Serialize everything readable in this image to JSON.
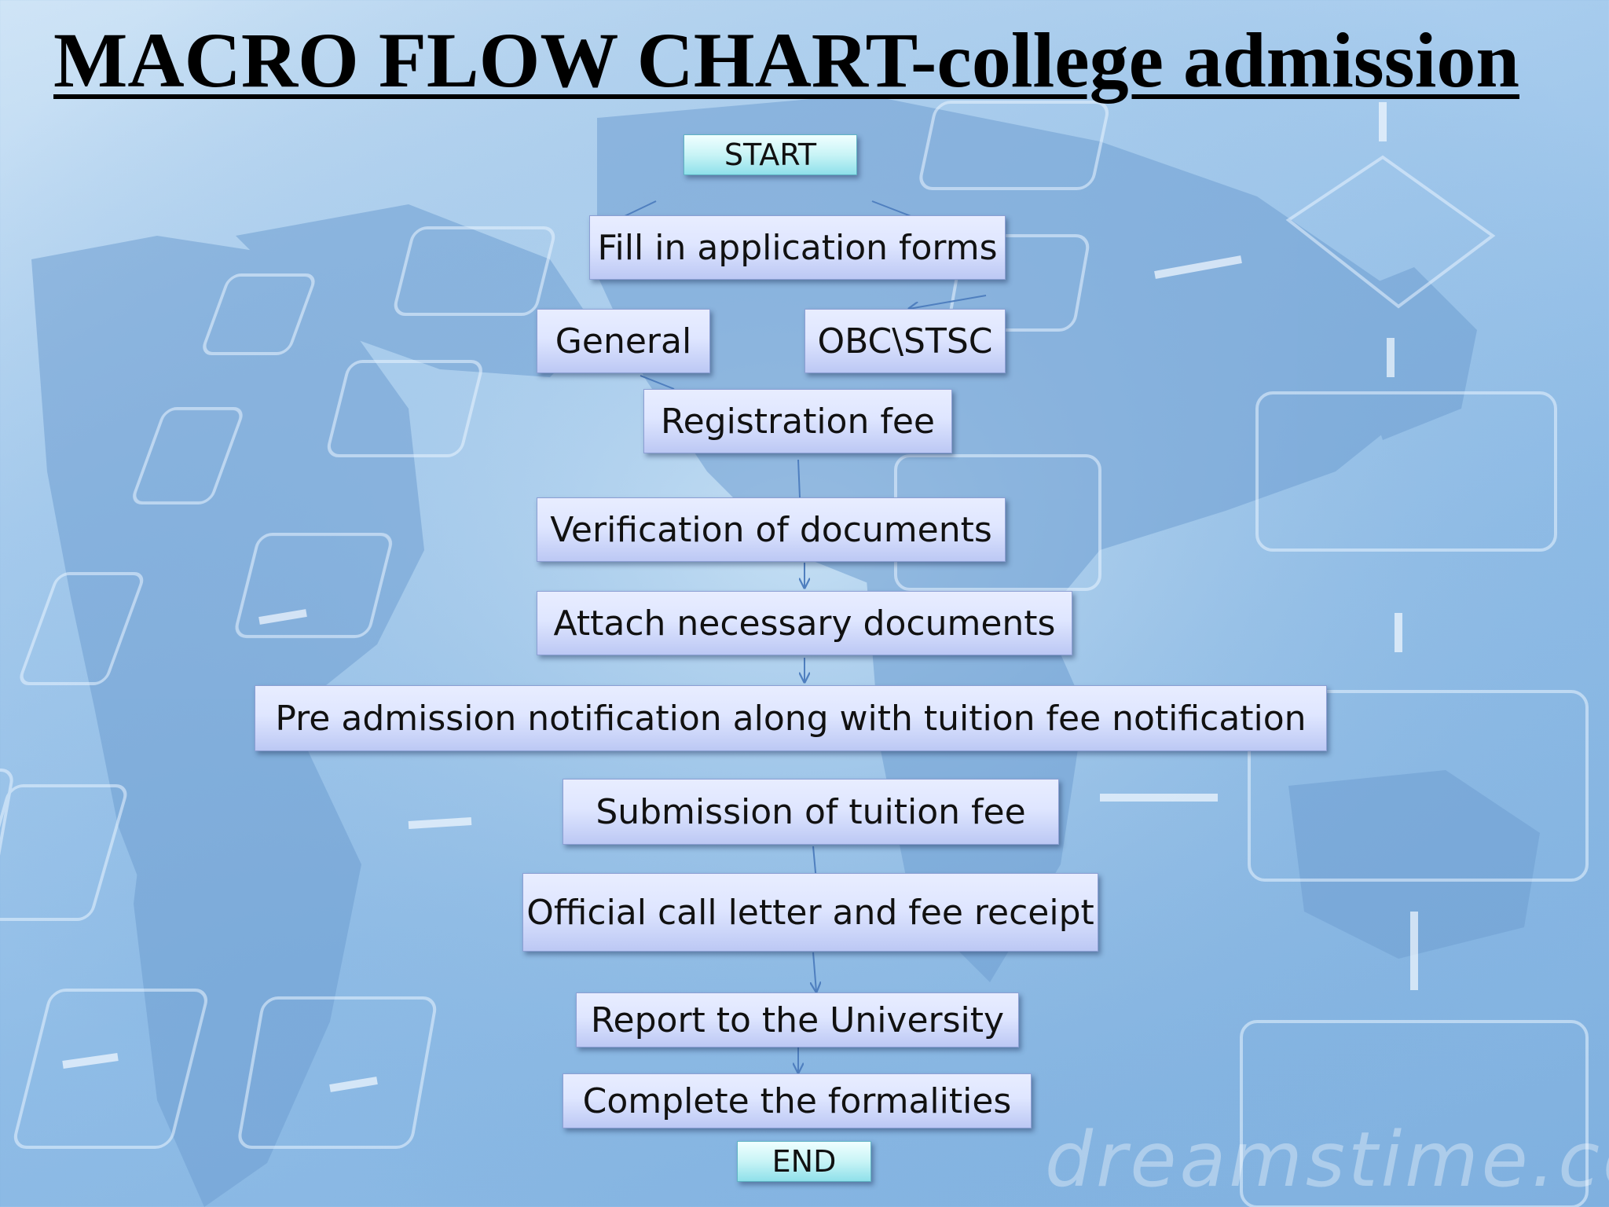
{
  "title": "MACRO FLOW CHART-college admission",
  "nodes": {
    "start": "START",
    "fill_forms": "Fill in application forms",
    "general": "General",
    "obc": "OBC\\STSC",
    "registration": "Registration fee",
    "verification": "Verification of documents",
    "attach": "Attach necessary documents",
    "pre_admission": "Pre admission notification along with tuition fee notification",
    "submission": "Submission of tuition fee",
    "call_letter": "Official call letter and fee receipt",
    "report": "Report to the University",
    "complete": "Complete the formalities",
    "end": "END"
  },
  "watermark": "dreamstime.com",
  "colors": {
    "process_fill": "#dfe6ff",
    "terminal_fill": "#c8f4f6",
    "connector": "#4f7fbf",
    "background": "#8fbce6"
  }
}
